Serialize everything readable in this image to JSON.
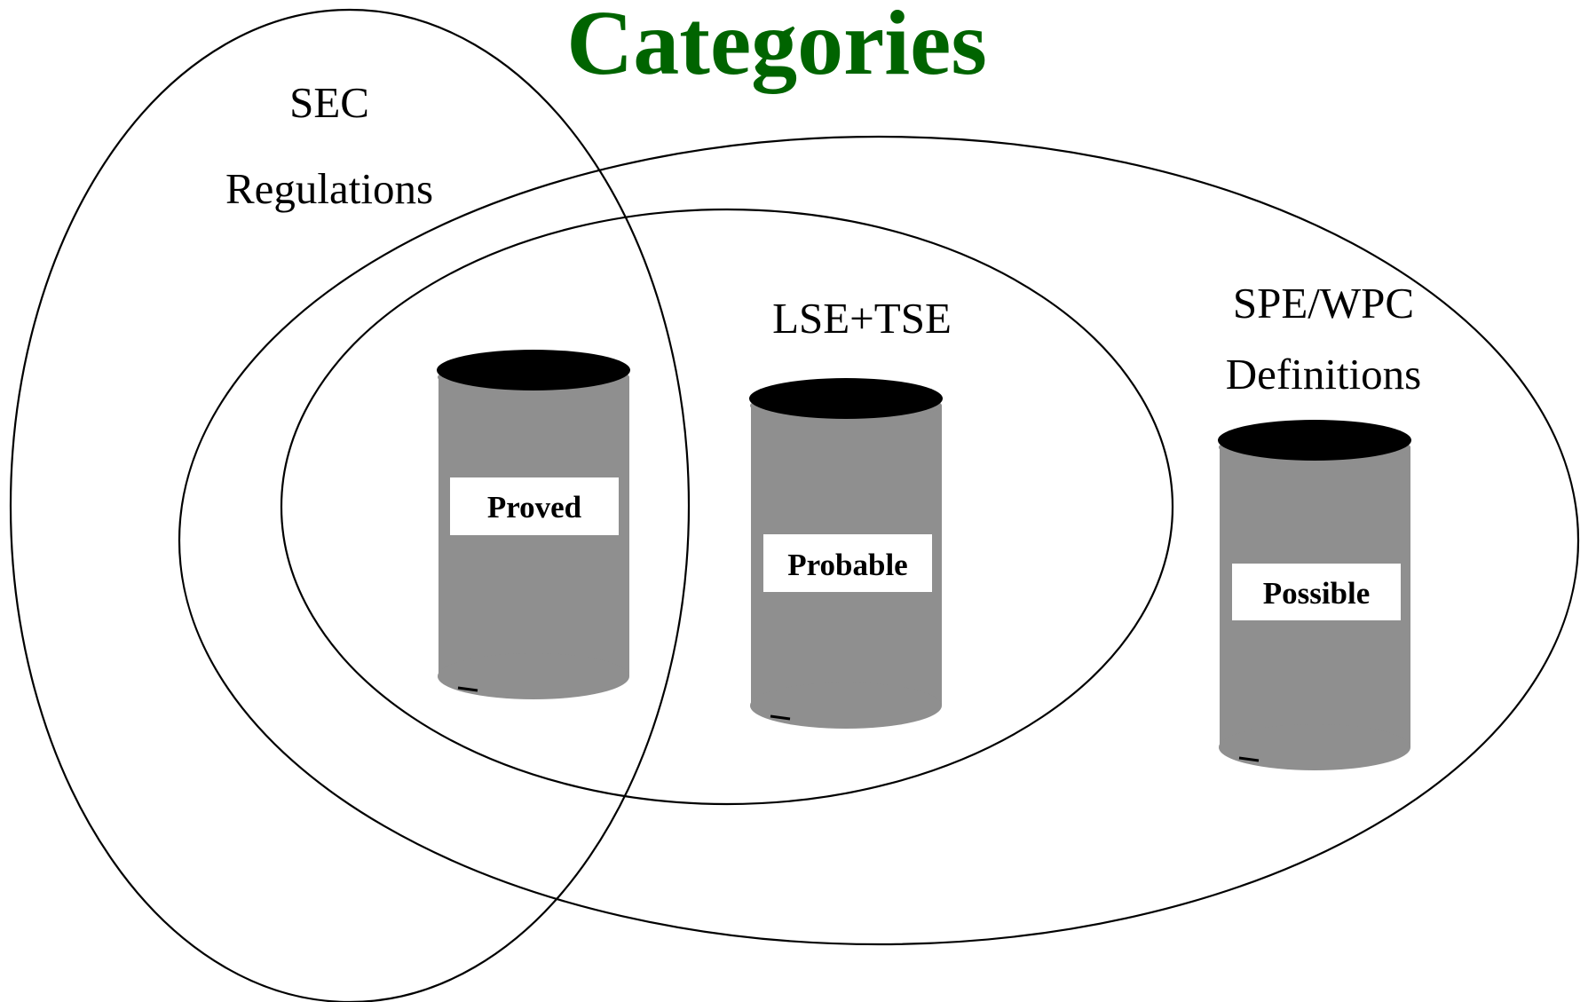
{
  "title": "Categories",
  "colors": {
    "title": "#006400",
    "barrel_body": "#8f8f8f",
    "barrel_lid": "#000000",
    "label_box": "#ffffff",
    "outline": "#000000"
  },
  "regions": {
    "sec": {
      "line1": "SEC",
      "line2": "Regulations"
    },
    "lse_tse": {
      "label": "LSE+TSE"
    },
    "spe_wpc": {
      "line1": "SPE/WPC",
      "line2": "Definitions"
    }
  },
  "barrels": [
    {
      "label": "Proved",
      "icon": "oil-barrel-icon"
    },
    {
      "label": "Probable",
      "icon": "oil-barrel-icon"
    },
    {
      "label": "Possible",
      "icon": "oil-barrel-icon"
    }
  ]
}
